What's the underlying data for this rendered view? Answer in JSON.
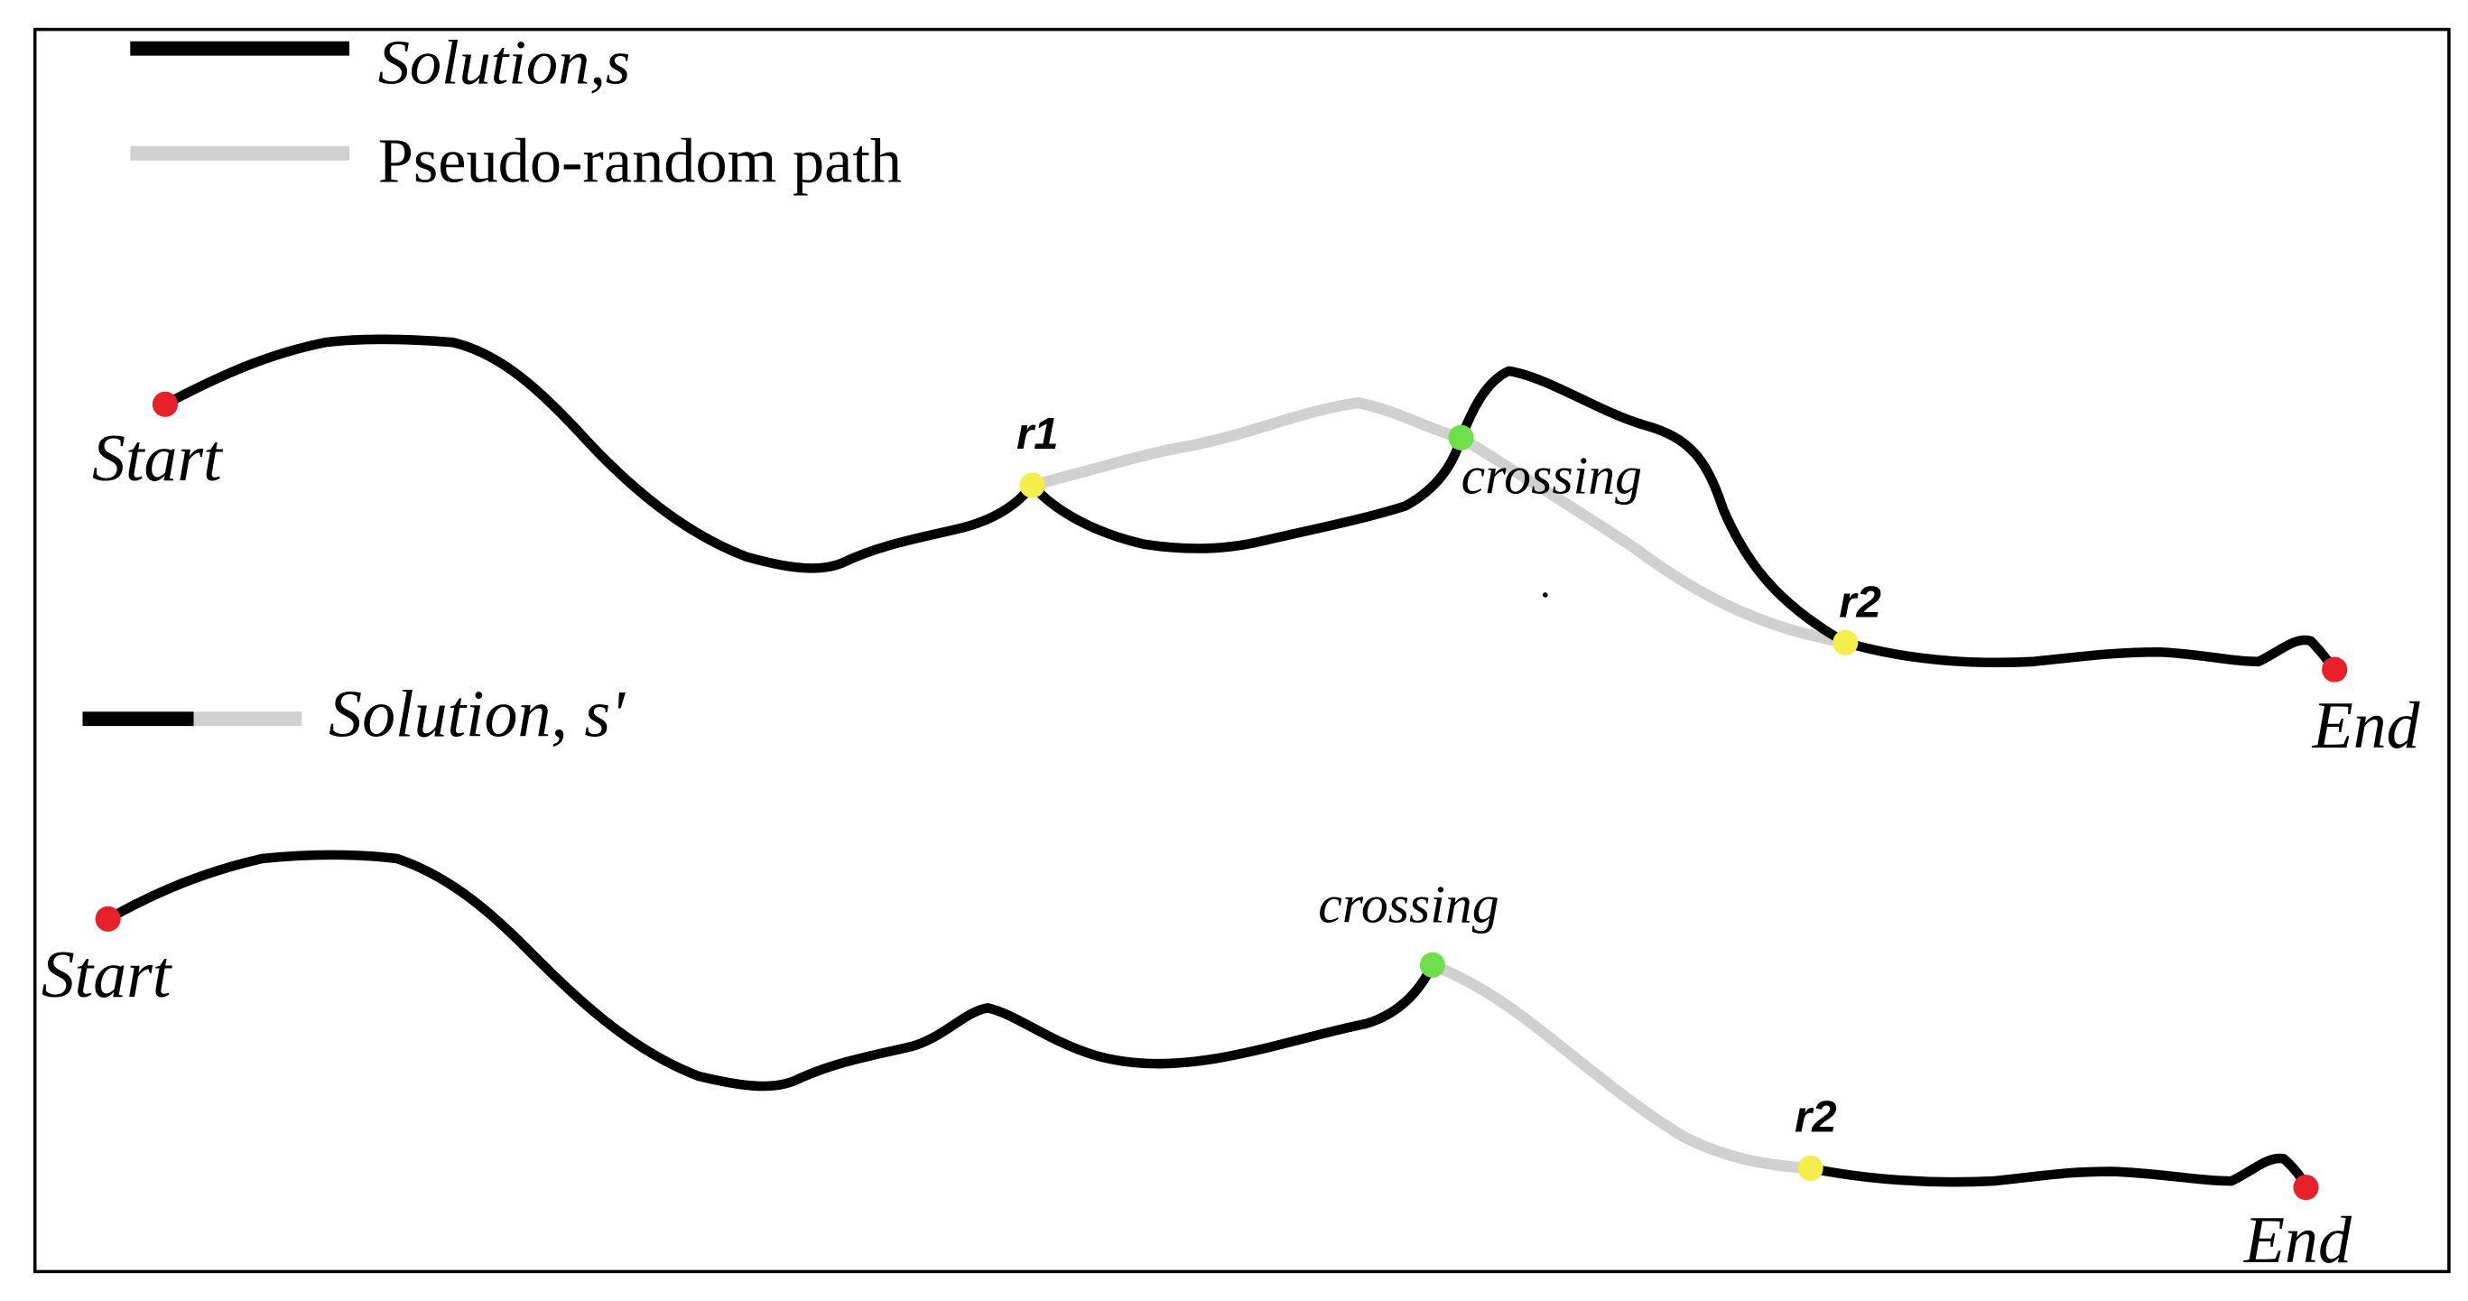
{
  "colors": {
    "background": "#ffffff",
    "frame": "#000000",
    "solution_path": "#000000",
    "pseudo_random_path": "#d0d0d0",
    "endpoint_marker": "#e8202a",
    "random_point_marker": "#f4ee4a",
    "crossing_marker": "#6ee04a"
  },
  "legend": {
    "solution_s": "Solution,s",
    "pseudo_random_path": "Pseudo-random path",
    "solution_s_prime": "Solution, s'"
  },
  "top_diagram": {
    "start_label": "Start",
    "end_label": "End",
    "r1_label": "r1",
    "r2_label": "r2",
    "crossing_label": "crossing"
  },
  "bottom_diagram": {
    "start_label": "Start",
    "end_label": "End",
    "r2_label": "r2",
    "crossing_label": "crossing"
  }
}
